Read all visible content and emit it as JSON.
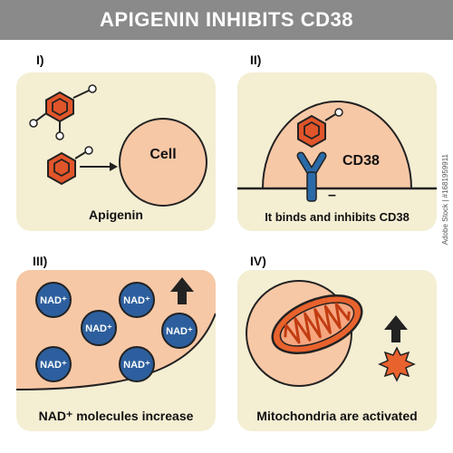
{
  "title": "APIGENIN INHIBITS CD38",
  "panels": [
    {
      "numeral": "I)",
      "caption": "Apigenin",
      "cell_label": "Cell"
    },
    {
      "numeral": "II)",
      "caption": "It binds and inhibits CD38",
      "receptor_label": "CD38",
      "charge": "–"
    },
    {
      "numeral": "III)",
      "caption": "NAD⁺ molecules increase",
      "molecule_label": "NAD⁺"
    },
    {
      "numeral": "IV)",
      "caption": "Mitochondria are activated"
    }
  ],
  "stock_id": "Adobe Stock | #1681959911",
  "colors": {
    "title_bg": "#8a8a8a",
    "panel_bg": "#f4eed3",
    "cell_fill": "#f7c8a6",
    "benzene_fill": "#e1552a",
    "receptor": "#2b6aa8",
    "nad_fill": "#2d5f9e",
    "mito_fill": "#e8622d"
  },
  "icons": [
    "benzene-ring-icon",
    "arrow-right-icon",
    "y-receptor-icon",
    "arrow-up-icon",
    "starburst-icon",
    "mitochondrion-icon"
  ]
}
